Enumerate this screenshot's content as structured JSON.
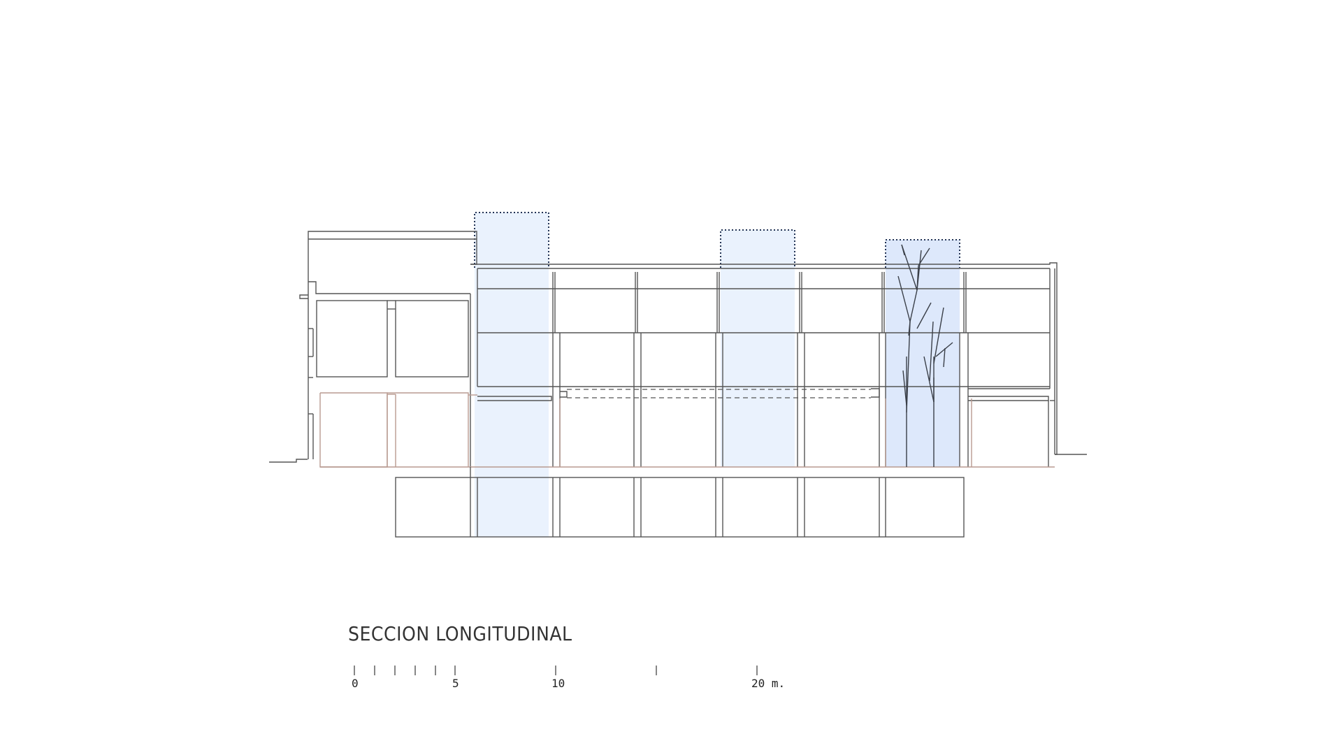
{
  "drawing": {
    "title": "SECCION LONGITUDINAL",
    "colors": {
      "line": "#555555",
      "ground_floor_line": "#b89a90",
      "light_blue": "#eaf2fd",
      "mid_blue": "#dde8fb",
      "dotted": "#223355",
      "tree": "#3a3f48"
    },
    "scale_bar": {
      "labels": [
        "0",
        "5",
        "10",
        "20 m."
      ]
    }
  }
}
